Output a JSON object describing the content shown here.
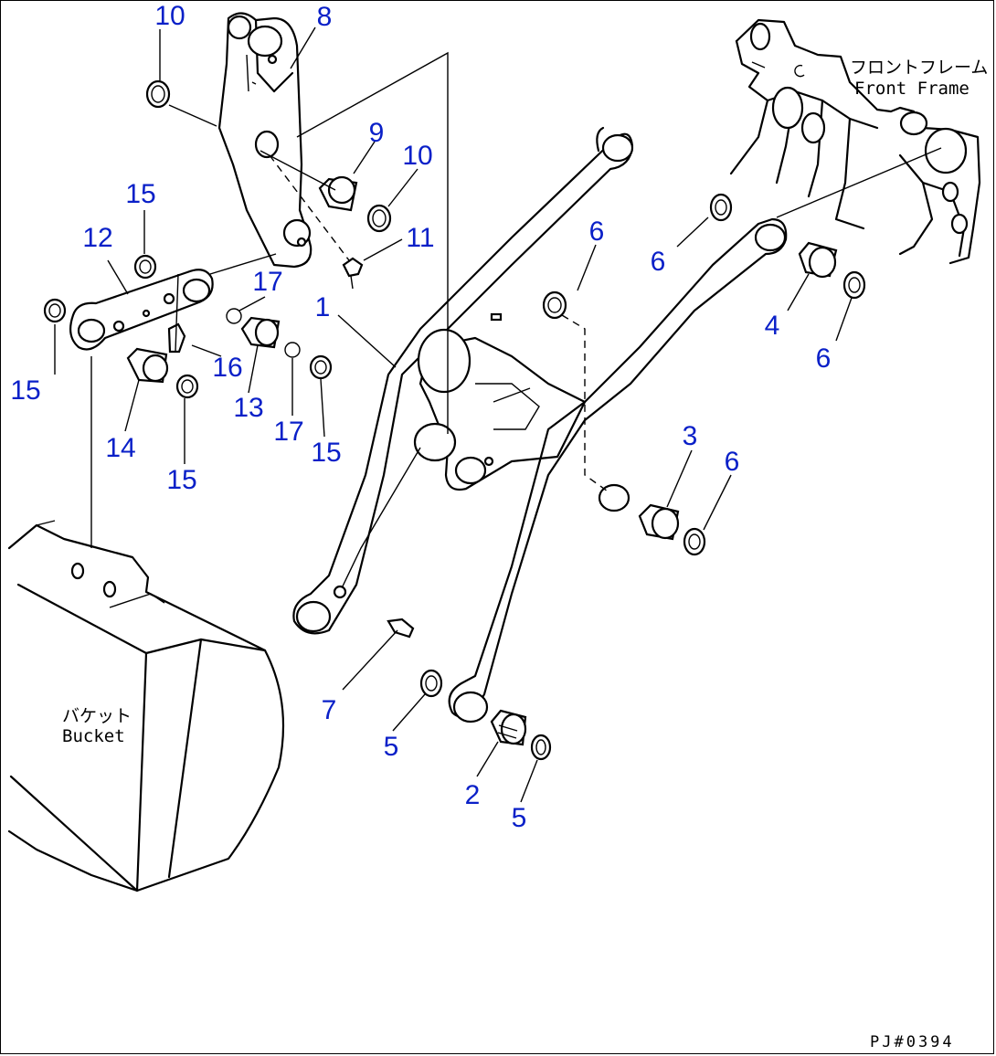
{
  "labels": {
    "front_frame_jp": "フロントフレーム",
    "front_frame_en": "Front Frame",
    "bucket_jp": "バケット",
    "bucket_en": "Bucket",
    "drawing_code": "PJ#0394"
  },
  "callouts": [
    {
      "id": "c10a",
      "text": "10"
    },
    {
      "id": "c8",
      "text": "8"
    },
    {
      "id": "c9",
      "text": "9"
    },
    {
      "id": "c10b",
      "text": "10"
    },
    {
      "id": "c11",
      "text": "11"
    },
    {
      "id": "c15a",
      "text": "15"
    },
    {
      "id": "c12",
      "text": "12"
    },
    {
      "id": "c17a",
      "text": "17"
    },
    {
      "id": "c1",
      "text": "1"
    },
    {
      "id": "c6a",
      "text": "6"
    },
    {
      "id": "c6b",
      "text": "6"
    },
    {
      "id": "c4",
      "text": "4"
    },
    {
      "id": "c6c",
      "text": "6"
    },
    {
      "id": "c15b",
      "text": "15"
    },
    {
      "id": "c16",
      "text": "16"
    },
    {
      "id": "c13",
      "text": "13"
    },
    {
      "id": "c14",
      "text": "14"
    },
    {
      "id": "c17b",
      "text": "17"
    },
    {
      "id": "c15c",
      "text": "15"
    },
    {
      "id": "c15d",
      "text": "15"
    },
    {
      "id": "c3",
      "text": "3"
    },
    {
      "id": "c6d",
      "text": "6"
    },
    {
      "id": "c7",
      "text": "7"
    },
    {
      "id": "c5a",
      "text": "5"
    },
    {
      "id": "c2",
      "text": "2"
    },
    {
      "id": "c5b",
      "text": "5"
    }
  ],
  "colors": {
    "callout": "#0a20c8",
    "line": "#000000",
    "background": "#ffffff"
  }
}
